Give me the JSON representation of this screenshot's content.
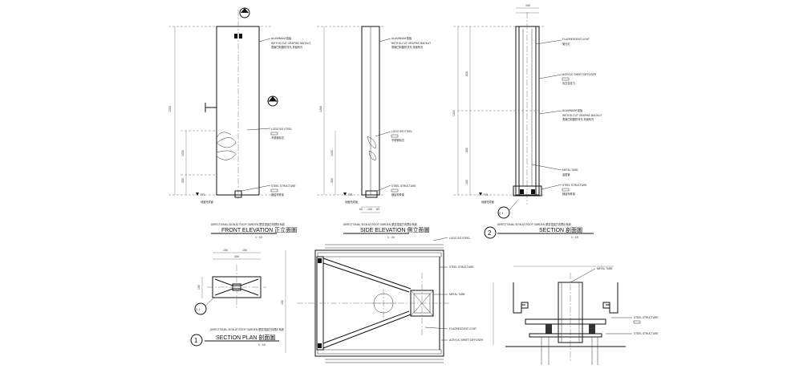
{
  "front_elevation": {
    "heading": "DIRECTIONAL SIGN AT ROOF GARDEN 屋頂花園方向標示系統",
    "title": "FRONT ELEVATION 正立面圖",
    "scale": "1 : 10",
    "notes": {
      "aluminium": "ALUMINIUM 鋁板",
      "cutout": "WITH DI-CUT GRAPHIC BACKLIT",
      "cutout_cn": "表面凹刻圖形背光,背面有光",
      "logo": "LOGO S/S STEEL",
      "logo_cn": "不锈钢标志",
      "steel": "STEEL STRUCTURE",
      "steel_cn": "钢结构骨架",
      "ground": "地面完成面"
    },
    "dims": {
      "height": "1200",
      "mid": "1000",
      "low": "300"
    }
  },
  "side_elevation": {
    "heading": "DIRECTIONAL SIGN AT ROOF GARDEN 屋頂花園方向標示系統",
    "title": "SIDE ELEVATION 側立面圖",
    "scale": "1 : 10",
    "notes": {
      "aluminium": "ALUMINIUM 鋁板",
      "cutout": "WITH DI-CUT GRAPHIC BACKLIT",
      "cutout_cn": "表面凹刻圖形背光,背面有光",
      "logo": "LOGO S/S STEEL",
      "logo_cn": "不锈钢标志",
      "steel": "STEEL STRUCTURE",
      "steel_cn": "钢结构骨架",
      "ground": "地面完成面"
    },
    "dims": {
      "a": "60",
      "b": "100",
      "c": "60"
    }
  },
  "section": {
    "heading": "DIRECTIONAL SIGN AT ROOF GARDEN 屋頂花園方向標示系統",
    "title": "SECTION 剖面圖",
    "scale": "1 : 10",
    "number": "2",
    "callout": "2.1",
    "notes": {
      "fluorescent": "FLUORESCENT LIGHT",
      "fluorescent_cn": "螢光灯",
      "acrylic": "ACRYLIC SHEET DIFFUSER",
      "acrylic_cn": "乳白亚克力",
      "aluminium": "ALUMINIUM 鋁板",
      "cutout": "WITH DI-CUT GRAPHIC BACKLIT",
      "cutout_cn": "表面凹刻圖形背光,背面有光",
      "metal_tube": "METAL TUBE",
      "metal_tube_cn": "金属管",
      "steel": "STEEL STRUCTURE",
      "steel_cn": "钢结构骨架",
      "ground": "地面完成面"
    },
    "dims": {
      "top": "150",
      "height": "1200"
    }
  },
  "section_plan": {
    "heading": "DIRECTIONAL SIGN AT ROOF GARDEN 屋頂花園方向標示系統",
    "title": "SECTION PLAN 剖面圖",
    "scale": "1 : 10",
    "number": "1",
    "callout": "1.1",
    "dims": {
      "w1": "150",
      "w2": "150",
      "h": "150"
    }
  },
  "detail_1_1": {
    "notes": {
      "logo": "LOGO S/S STEEL",
      "steel": "STEEL STRUCTURE",
      "metal_tube": "METAL TUBE",
      "fluorescent": "FLUORESCENT LIGHT",
      "acrylic": "ACRYLIC SHEET DIFFUSER"
    },
    "dims": {
      "h": "150"
    }
  },
  "detail_2_1": {
    "notes": {
      "metal_tube": "METAL TUBE",
      "steel": "STEEL STRUCTURE",
      "steel2": "STEEL STRUCTURE"
    }
  }
}
